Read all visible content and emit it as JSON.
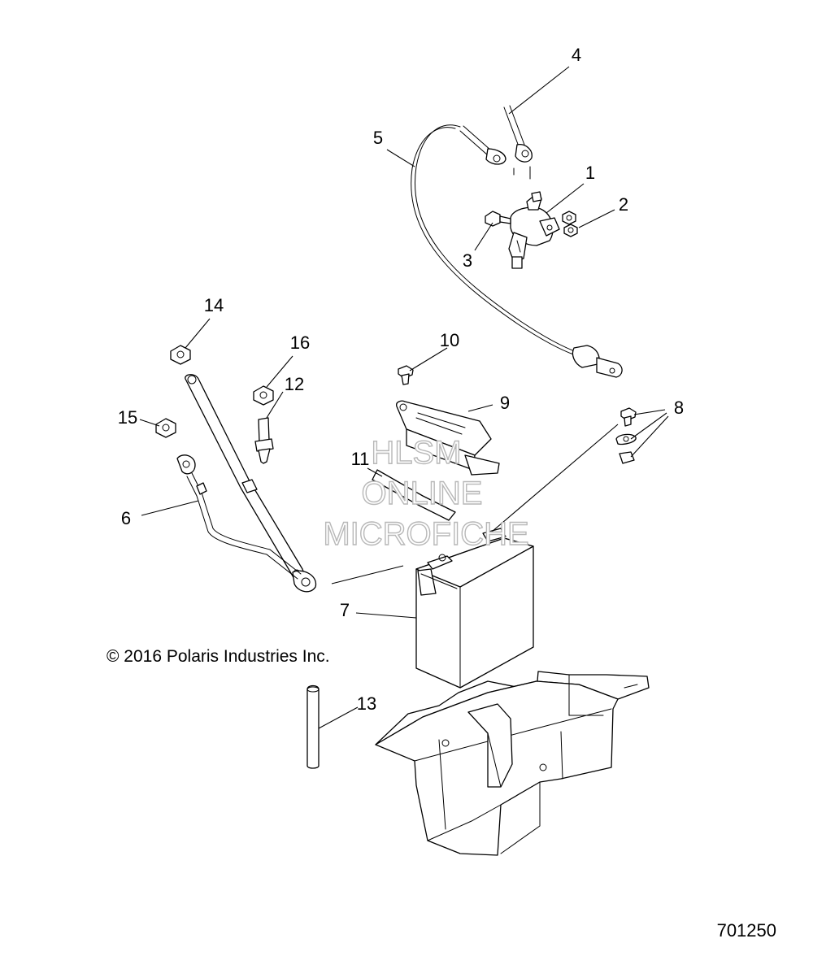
{
  "diagram": {
    "callouts": [
      "1",
      "2",
      "3",
      "4",
      "5",
      "6",
      "7",
      "8",
      "9",
      "10",
      "11",
      "12",
      "13",
      "14",
      "15",
      "16"
    ],
    "watermark": [
      "HLSM",
      "ONLINE",
      "MICROFICHE"
    ],
    "copyright": "© 2016 Polaris Industries Inc.",
    "drawing_number": "701250"
  }
}
